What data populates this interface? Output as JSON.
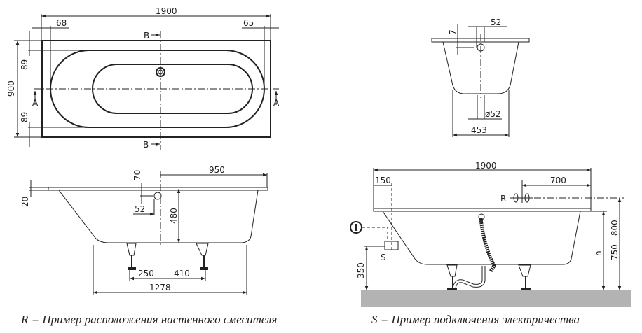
{
  "top_view": {
    "width": "1900",
    "left_offset": "68",
    "right_offset": "65",
    "height": "900",
    "top_margin": "89",
    "bottom_margin": "89",
    "section_a": "A",
    "section_b": "B"
  },
  "end_view": {
    "overflow_offset": "52",
    "overflow_drop": "7",
    "drain_diameter": "ø52",
    "bottom_width": "453"
  },
  "side_view": {
    "from_center": "950",
    "overflow_height": "70",
    "rim": "20",
    "overflow_offset": "52",
    "depth": "480",
    "left_foot": "250",
    "right_foot": "410",
    "feet_span": "1278"
  },
  "install_view": {
    "width": "1900",
    "socket_offset": "150",
    "mixer_offset": "700",
    "mixer_label": "R",
    "socket_label": "S",
    "socket_height": "350",
    "height_label": "h",
    "total_height": "750 - 800"
  },
  "captions": {
    "r": "R = Пример расположения настенного смесителя",
    "s": "S = Пример подключения электричества"
  },
  "colors": {
    "floor": "#b3b3b3",
    "top_fill": "#e6e6e6"
  }
}
